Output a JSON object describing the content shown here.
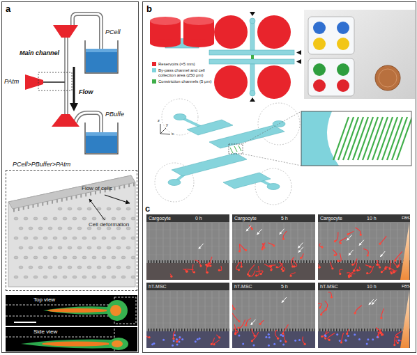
{
  "diagram": {
    "nodes": [
      {
        "text": [
          "a"
        ]
      },
      {
        "text": [
          "Flow of cells",
          "Cell deformation"
        ],
        "in": 0
      },
      {
        "text": [
          "Top view"
        ],
        "in": 0
      },
      {
        "text": [
          "Side view"
        ],
        "in": 0
      },
      {
        "text": [
          "b"
        ]
      },
      {
        "text": [
          "Cargocyte",
          "0 h"
        ],
        "in": 4
      },
      {
        "text": [
          "Cargocyte",
          "5 h"
        ],
        "in": 4
      },
      {
        "text": [
          "Cargocyte",
          "10 h"
        ],
        "in": 4
      },
      {
        "text": [
          "hT-MSC"
        ],
        "in": 4
      },
      {
        "text": [
          "hT-MSC",
          "5 h"
        ],
        "in": 4
      },
      {
        "text": [
          "hT-MSC",
          "10 h"
        ],
        "in": 4
      }
    ],
    "labels": [
      "Main channel",
      "PCell",
      "Flow",
      "PAtm",
      "PBuffe",
      "PCell>PBuffer>PAtm",
      "z",
      "y",
      "x",
      "c",
      "FBS",
      "FBS"
    ],
    "legend": [
      {
        "text": "Reservoirs (≈5 mm)",
        "color": "#e8242c"
      },
      {
        "text": "By-pass channel and cell collection area (250 μm)",
        "color": "#7fd3dc"
      },
      {
        "text": "Constriction channels (5 μm)",
        "color": "#3fae49"
      }
    ]
  }
}
